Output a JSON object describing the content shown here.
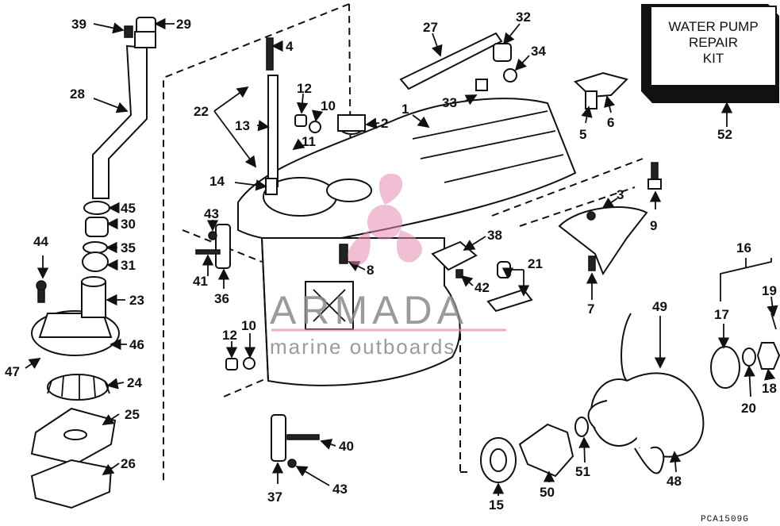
{
  "kit": {
    "line1": "WATER PUMP",
    "line2": "REPAIR",
    "line3": "KIT"
  },
  "watermark": {
    "brand": "ARMADA",
    "tagline": "marine outboards"
  },
  "drawing_code": "PCA1509G",
  "callouts": {
    "c1": "1",
    "c2": "2",
    "c3": "3",
    "c4": "4",
    "c5": "5",
    "c6": "6",
    "c7": "7",
    "c8": "8",
    "c9": "9",
    "c10a": "10",
    "c10b": "10",
    "c11": "11",
    "c12a": "12",
    "c12b": "12",
    "c13": "13",
    "c14": "14",
    "c15": "15",
    "c16": "16",
    "c17": "17",
    "c18": "18",
    "c19": "19",
    "c20": "20",
    "c21": "21",
    "c22": "22",
    "c23": "23",
    "c24": "24",
    "c25": "25",
    "c26": "26",
    "c27": "27",
    "c28": "28",
    "c29": "29",
    "c30": "30",
    "c31": "31",
    "c32": "32",
    "c33": "33",
    "c34": "34",
    "c35": "35",
    "c36": "36",
    "c37": "37",
    "c38": "38",
    "c39": "39",
    "c40": "40",
    "c41": "41",
    "c42": "42",
    "c43a": "43",
    "c43b": "43",
    "c44": "44",
    "c45": "45",
    "c46": "46",
    "c47": "47",
    "c48": "48",
    "c49": "49",
    "c50": "50",
    "c51": "51",
    "c52": "52"
  }
}
